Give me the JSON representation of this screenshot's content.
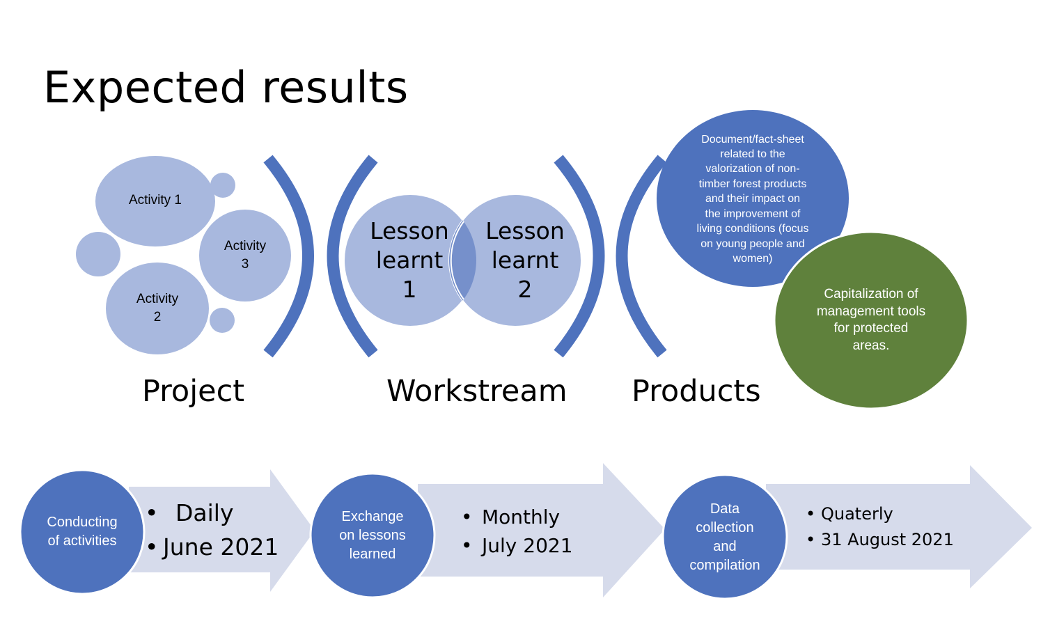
{
  "title": "Expected results",
  "sections": {
    "project": "Project",
    "workstream": "Workstream",
    "products": "Products"
  },
  "project": {
    "activity1": "Activity 1",
    "activity2": "Activity\n2",
    "activity3": "Activity\n3"
  },
  "workstream": {
    "lesson1": "Lesson\nlearnt\n1",
    "lesson2": "Lesson\nlearnt\n2"
  },
  "products": {
    "document": "Document/fact-sheet\nrelated to the\nvalorization of non-\ntimber forest products\nand their impact on\nthe improvement of\nliving conditions (focus\non young people and\nwomen)",
    "capitalization": "Capitalization of\nmanagement tools\nfor protected\nareas."
  },
  "timeline": [
    {
      "step": "Conducting\nof activities",
      "items": [
        "Daily",
        "June 2021"
      ]
    },
    {
      "step": "Exchange\non lessons\nlearned",
      "items": [
        "Monthly",
        "July 2021"
      ]
    },
    {
      "step": "Data\ncollection\nand\ncompilation",
      "items": [
        "Quaterly",
        "31 August 2021"
      ]
    }
  ],
  "colors": {
    "dark_blue": "#4e72bd",
    "light_blue": "#a8b8de",
    "arrow_fill": "#d6dbeb",
    "green": "#5f813c"
  }
}
